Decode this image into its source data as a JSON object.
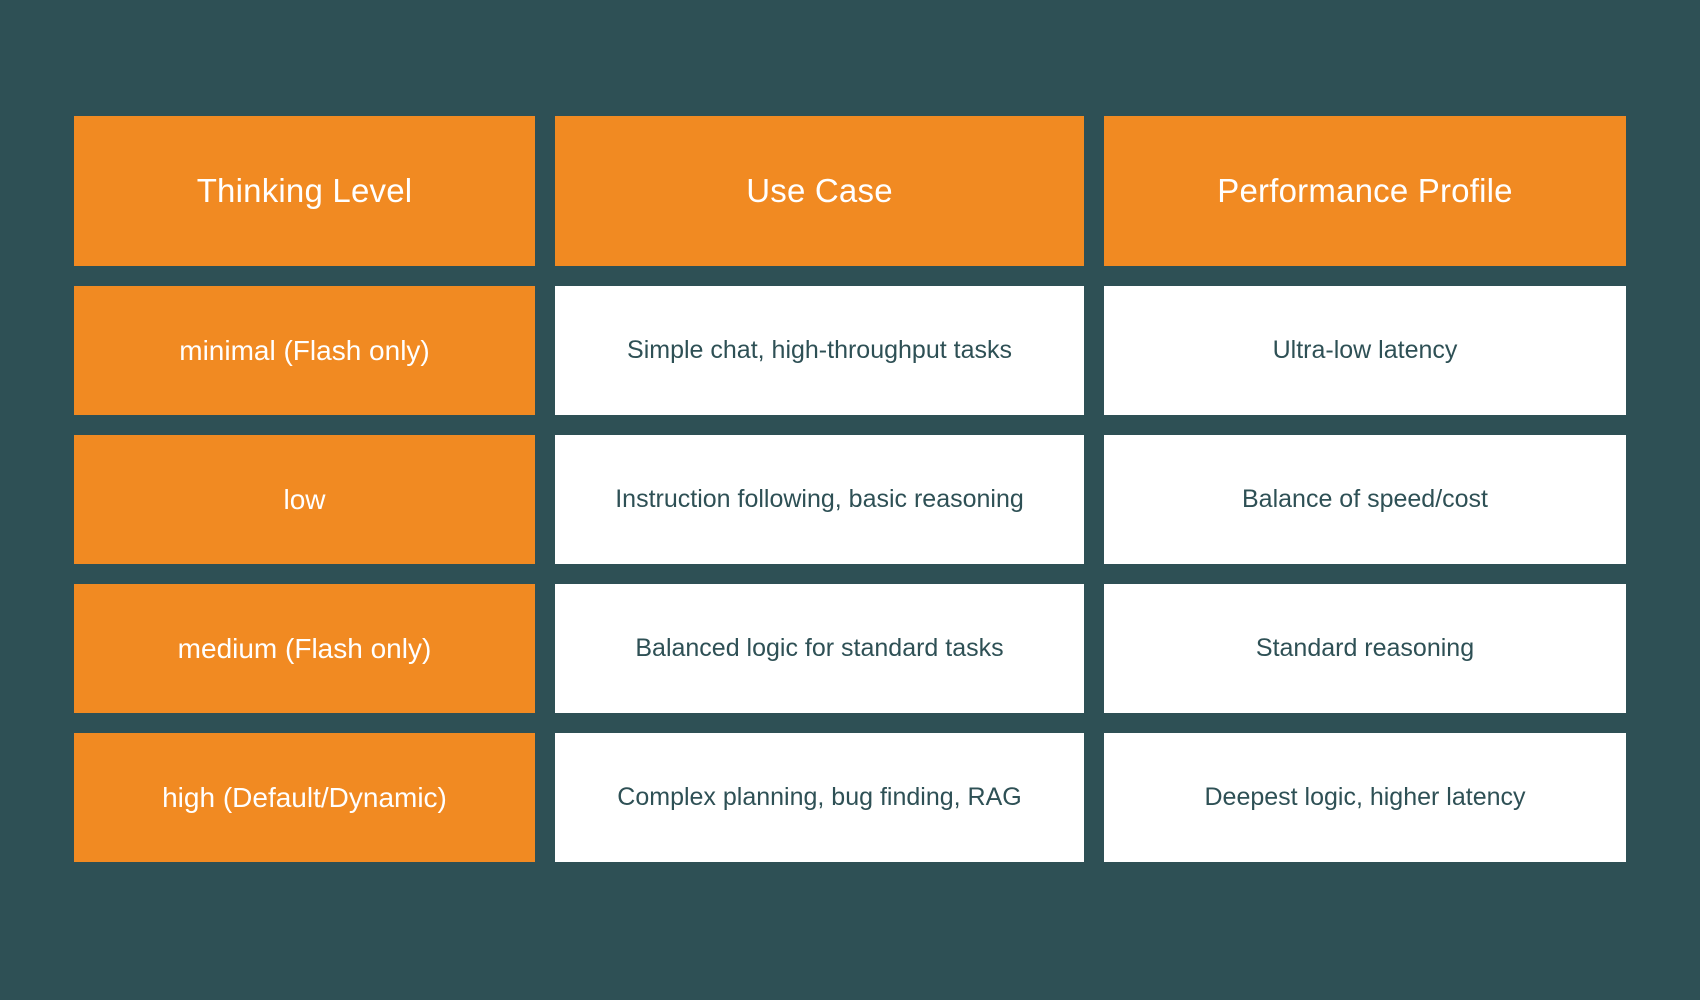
{
  "theme": {
    "background_color": "#2E5055",
    "accent_color": "#F18A22",
    "cell_background_color": "#FFFFFF",
    "header_text_color": "#FFFFFF",
    "body_text_color": "#2E5055"
  },
  "table": {
    "columns": [
      {
        "header": "Thinking Level"
      },
      {
        "header": "Use Case"
      },
      {
        "header": "Performance Profile"
      }
    ],
    "rows": [
      {
        "thinking_level": "minimal (Flash only)",
        "use_case": "Simple chat, high-throughput tasks",
        "performance_profile": "Ultra-low latency"
      },
      {
        "thinking_level": "low",
        "use_case": "Instruction following, basic reasoning",
        "performance_profile": "Balance of speed/cost"
      },
      {
        "thinking_level": "medium (Flash only)",
        "use_case": "Balanced logic for standard tasks",
        "performance_profile": "Standard reasoning"
      },
      {
        "thinking_level": "high (Default/Dynamic)",
        "use_case": "Complex planning, bug finding, RAG",
        "performance_profile": "Deepest logic, higher latency"
      }
    ]
  }
}
